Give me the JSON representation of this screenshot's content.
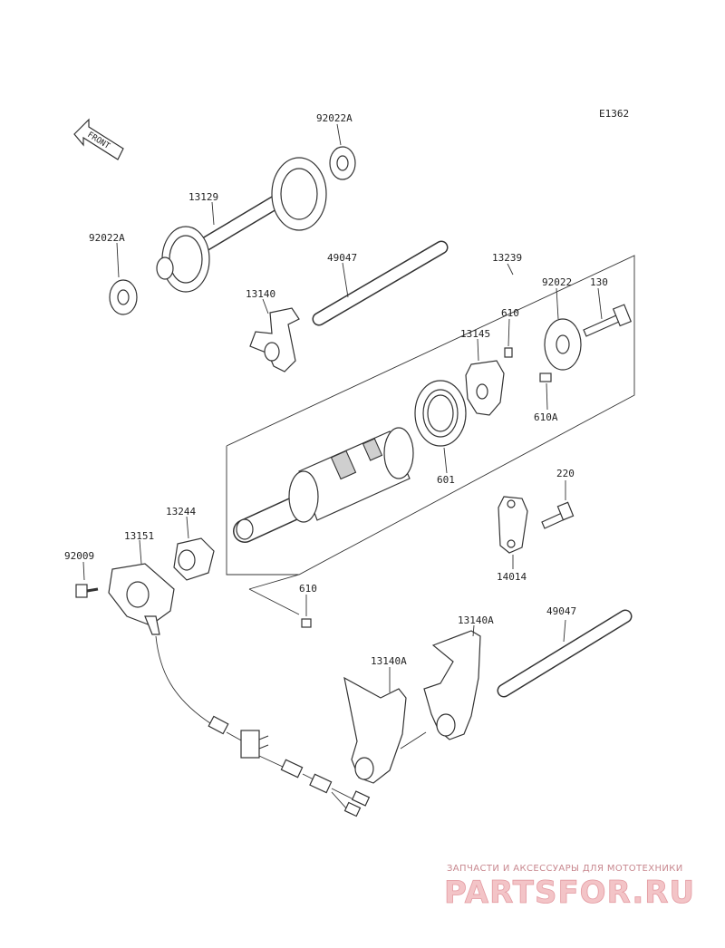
{
  "diagram_code": "E1362",
  "front_label": "FRONT",
  "labels": {
    "p92022A_top": "92022A",
    "p13129": "13129",
    "p92022A_left": "92022A",
    "p49047_top": "49047",
    "p13239": "13239",
    "p13140": "13140",
    "p92022": "92022",
    "p130": "130",
    "p610_top": "610",
    "p13145": "13145",
    "p610A": "610A",
    "p601": "601",
    "p220": "220",
    "p13244": "13244",
    "p13151": "13151",
    "p92009": "92009",
    "p14014": "14014",
    "p610_bottom": "610",
    "p13140A_right": "13140A",
    "p49047_bottom": "49047",
    "p13140A_left": "13140A"
  },
  "watermark": {
    "tagline": "ЗАПЧАСТИ И АКСЕССУАРЫ ДЛЯ МОТОТЕХНИКИ",
    "brand": "PARTSFOR.RU"
  }
}
